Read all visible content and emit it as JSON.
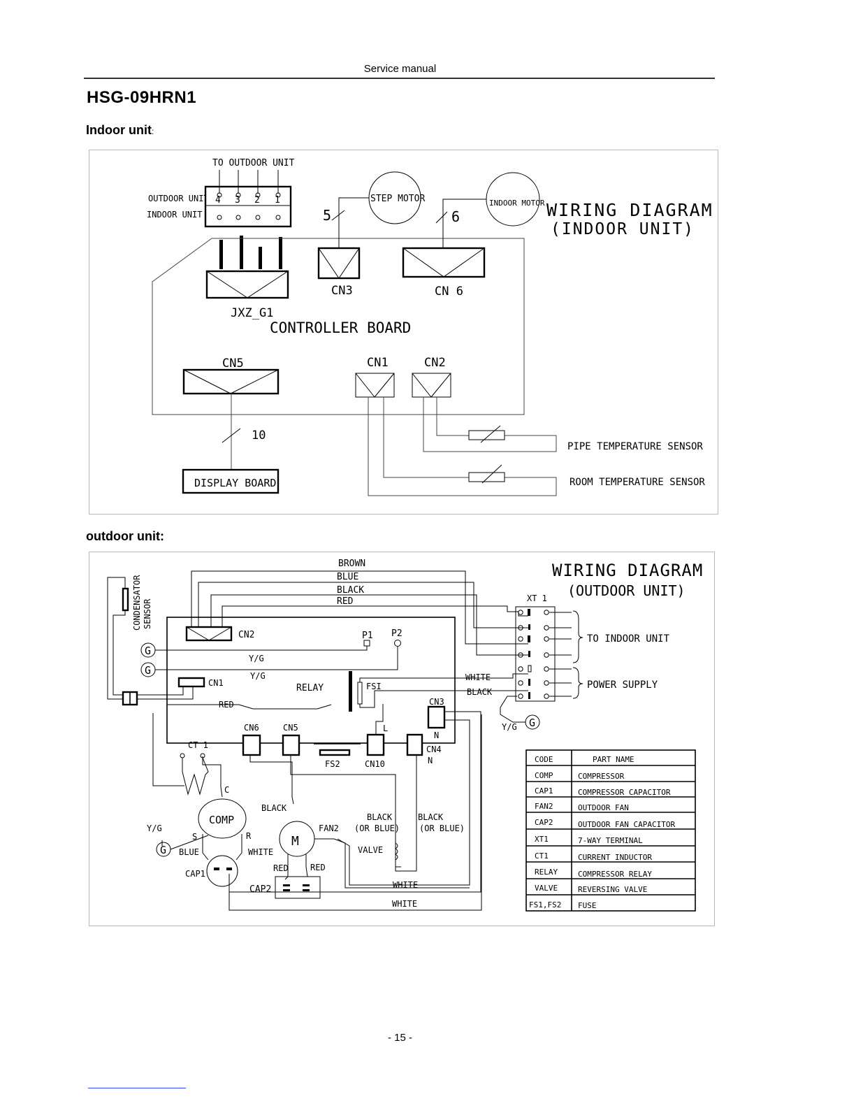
{
  "header": {
    "title": "Service manual"
  },
  "model": "HSG-09HRN1",
  "sections": {
    "indoor": "Indoor unit",
    "indoor_colon": ":",
    "outdoor": "outdoor unit:"
  },
  "indoor_diagram": {
    "title_line1": "WIRING DIAGRAM",
    "title_line2": "(INDOOR UNIT)",
    "to_outdoor_unit": "TO OUTDOOR UNIT",
    "outdoor_unit": "OUTDOOR UNIT",
    "indoor_unit": "INDOOR UNIT",
    "terminals": [
      "4",
      "3",
      "2",
      "1"
    ],
    "step_motor": "STEP MOTOR",
    "indoor_motor": "INDOOR MOTOR",
    "wire_5": "5",
    "wire_6": "6",
    "cn3": "CN3",
    "cn6": "CN 6",
    "jxz": "JXZ_G1",
    "controller_board": "CONTROLLER BOARD",
    "cn5": "CN5",
    "cn1": "CN1",
    "cn2": "CN2",
    "wire_10": "10",
    "display_board": "DISPLAY BOARD",
    "pipe_sensor": "PIPE TEMPERATURE SENSOR",
    "room_sensor": "ROOM TEMPERATURE SENSOR"
  },
  "outdoor_diagram": {
    "title_line1": "WIRING DIAGRAM",
    "title_line2": "(OUTDOOR UNIT)",
    "condensator": "CONDENSATOR",
    "sensor": "SENSOR",
    "wires": [
      "BROWN",
      "BLUE",
      "BLACK",
      "RED"
    ],
    "cn2": "CN2",
    "p1": "P1",
    "p2": "P2",
    "g": "G",
    "yg": "Y/G",
    "cn1": "CN1",
    "relay": "RELAY",
    "fs1": "FSI",
    "red": "RED",
    "white": "WHITE",
    "black": "BLACK",
    "cn3": "CN3",
    "xt1": "XT 1",
    "to_indoor_unit": "TO INDOOR UNIT",
    "power_supply": "POWER SUPPLY",
    "l": "L",
    "n": "N",
    "cn6": "CN6",
    "cn5": "CN5",
    "cn4": "CN4",
    "cn10": "CN10",
    "fs2": "FS2",
    "ct1": "CT 1",
    "c": "C",
    "comp": "COMP",
    "s": "S",
    "r": "R",
    "blue": "BLUE",
    "cap1": "CAP1",
    "fan2": "FAN2",
    "motor_m": "M",
    "black_or_blue": "BLACK",
    "or_blue": "(OR BLUE)",
    "valve": "VALVE",
    "cap2": "CAP2",
    "parts_table": {
      "headers": [
        "CODE",
        "PART NAME"
      ],
      "rows": [
        [
          "COMP",
          "COMPRESSOR"
        ],
        [
          "CAP1",
          "COMPRESSOR CAPACITOR"
        ],
        [
          "FAN2",
          "OUTDOOR FAN"
        ],
        [
          "CAP2",
          "OUTDOOR FAN CAPACITOR"
        ],
        [
          "XT1",
          "7-WAY TERMINAL"
        ],
        [
          "CT1",
          "CURRENT INDUCTOR"
        ],
        [
          "RELAY",
          "COMPRESSOR RELAY"
        ],
        [
          "VALVE",
          "REVERSING VALVE"
        ],
        [
          "FS1,FS2",
          "FUSE"
        ]
      ]
    }
  },
  "page_number": "- 15 -"
}
